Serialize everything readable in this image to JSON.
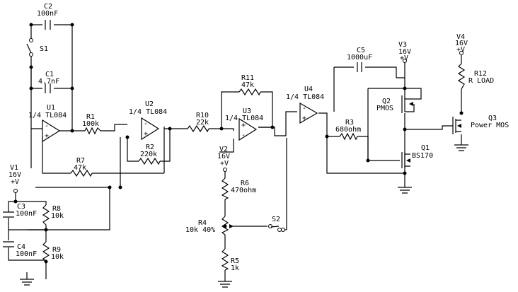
{
  "components": {
    "c2": {
      "name": "C2",
      "value": "100nF"
    },
    "s1": {
      "name": "S1"
    },
    "c1": {
      "name": "C1",
      "value": "4.7nF"
    },
    "u1": {
      "name": "U1",
      "part": "1/4  TL084"
    },
    "r1": {
      "name": "R1",
      "value": "100k"
    },
    "u2": {
      "name": "U2",
      "part": "1/4  TL084"
    },
    "r2": {
      "name": "R2",
      "value": "220k"
    },
    "r10": {
      "name": "R10",
      "value": "22k"
    },
    "r11": {
      "name": "R11",
      "value": "47k"
    },
    "u3": {
      "name": "U3",
      "part": "1/4  TL084"
    },
    "u4": {
      "name": "U4",
      "part": "1/4  TL084"
    },
    "c5": {
      "name": "C5",
      "value": "1000uF"
    },
    "v3": {
      "name": "V3",
      "value": "16V",
      "rail": "+V"
    },
    "v4": {
      "name": "V4",
      "value": "16V",
      "rail": "+V"
    },
    "r12": {
      "name": "R12",
      "value": "R LOAD"
    },
    "q2": {
      "name": "Q2",
      "part": "PMOS"
    },
    "r3": {
      "name": "R3",
      "value": "680ohm"
    },
    "q3": {
      "name": "Q3",
      "part": "Power MOS"
    },
    "q1": {
      "name": "Q1",
      "part": "BS170"
    },
    "r7": {
      "name": "R7",
      "value": "47k"
    },
    "v1": {
      "name": "V1",
      "value": "16V",
      "rail": "+V"
    },
    "v2": {
      "name": "V2",
      "value": "16V",
      "rail": "+V"
    },
    "r6": {
      "name": "R6",
      "value": "470ohm"
    },
    "c3": {
      "name": "C3",
      "value": "100nF"
    },
    "r8": {
      "name": "R8",
      "value": "10k"
    },
    "r4": {
      "name": "R4",
      "value": "10k 40%"
    },
    "s2": {
      "name": "S2"
    },
    "c4": {
      "name": "C4",
      "value": "100nF"
    },
    "r9": {
      "name": "R9",
      "value": "10k"
    },
    "r5": {
      "name": "R5",
      "value": "1k"
    }
  },
  "opamp_pins": {
    "minus": "-",
    "plus": "+"
  }
}
